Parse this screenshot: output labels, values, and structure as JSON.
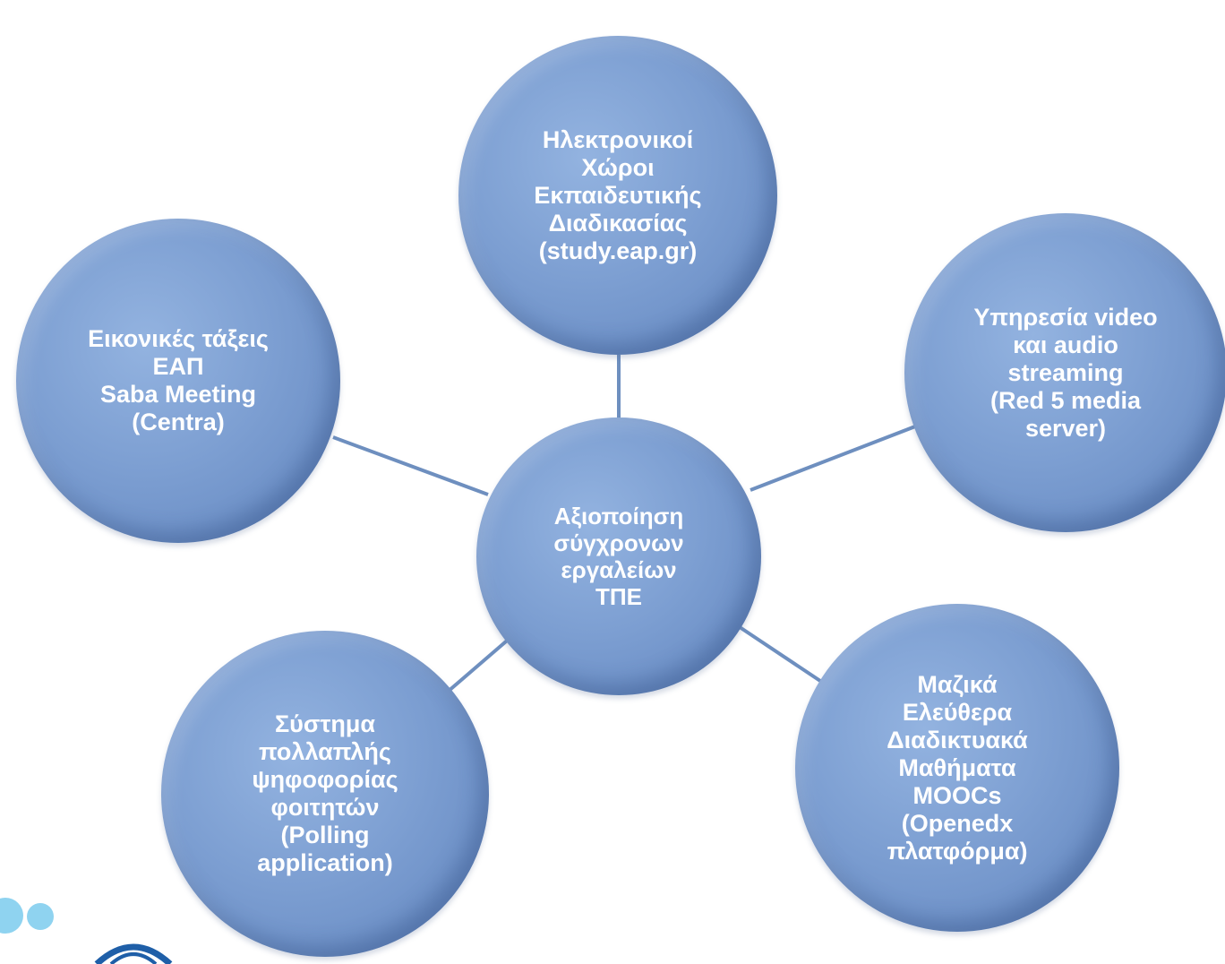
{
  "center": {
    "label": "Αξιοποίηση\nσύγχρονων\nεργαλείων\nΤΠΕ"
  },
  "nodes": {
    "top": "Ηλεκτρονικοί\nΧώροι\nΕκπαιδευτικής\nΔιαδικασίας\n(study.eap.gr)",
    "left": "Εικονικές τάξεις\nΕΑΠ\nSaba Meeting\n(Centra)",
    "right": "Υπηρεσία video\nκαι audio\nstreaming\n(Red 5 media\nserver)",
    "bottom_left": "Σύστημα\nπολλαπλής\nψηφοφορίας\nφοιτητών\n(Polling\napplication)",
    "bottom_right": "Μαζικά\nΕλεύθερα\nΔιαδικτυακά\nΜαθήματα\nMOOCs\n(Openedx\nπλατφόρμα)"
  },
  "colors": {
    "node_fill": "#7d9fd2",
    "connector": "#6e8fbf",
    "text": "#ffffff",
    "decor_dot": "#8fd3f0",
    "logo": "#1f5fa8"
  }
}
